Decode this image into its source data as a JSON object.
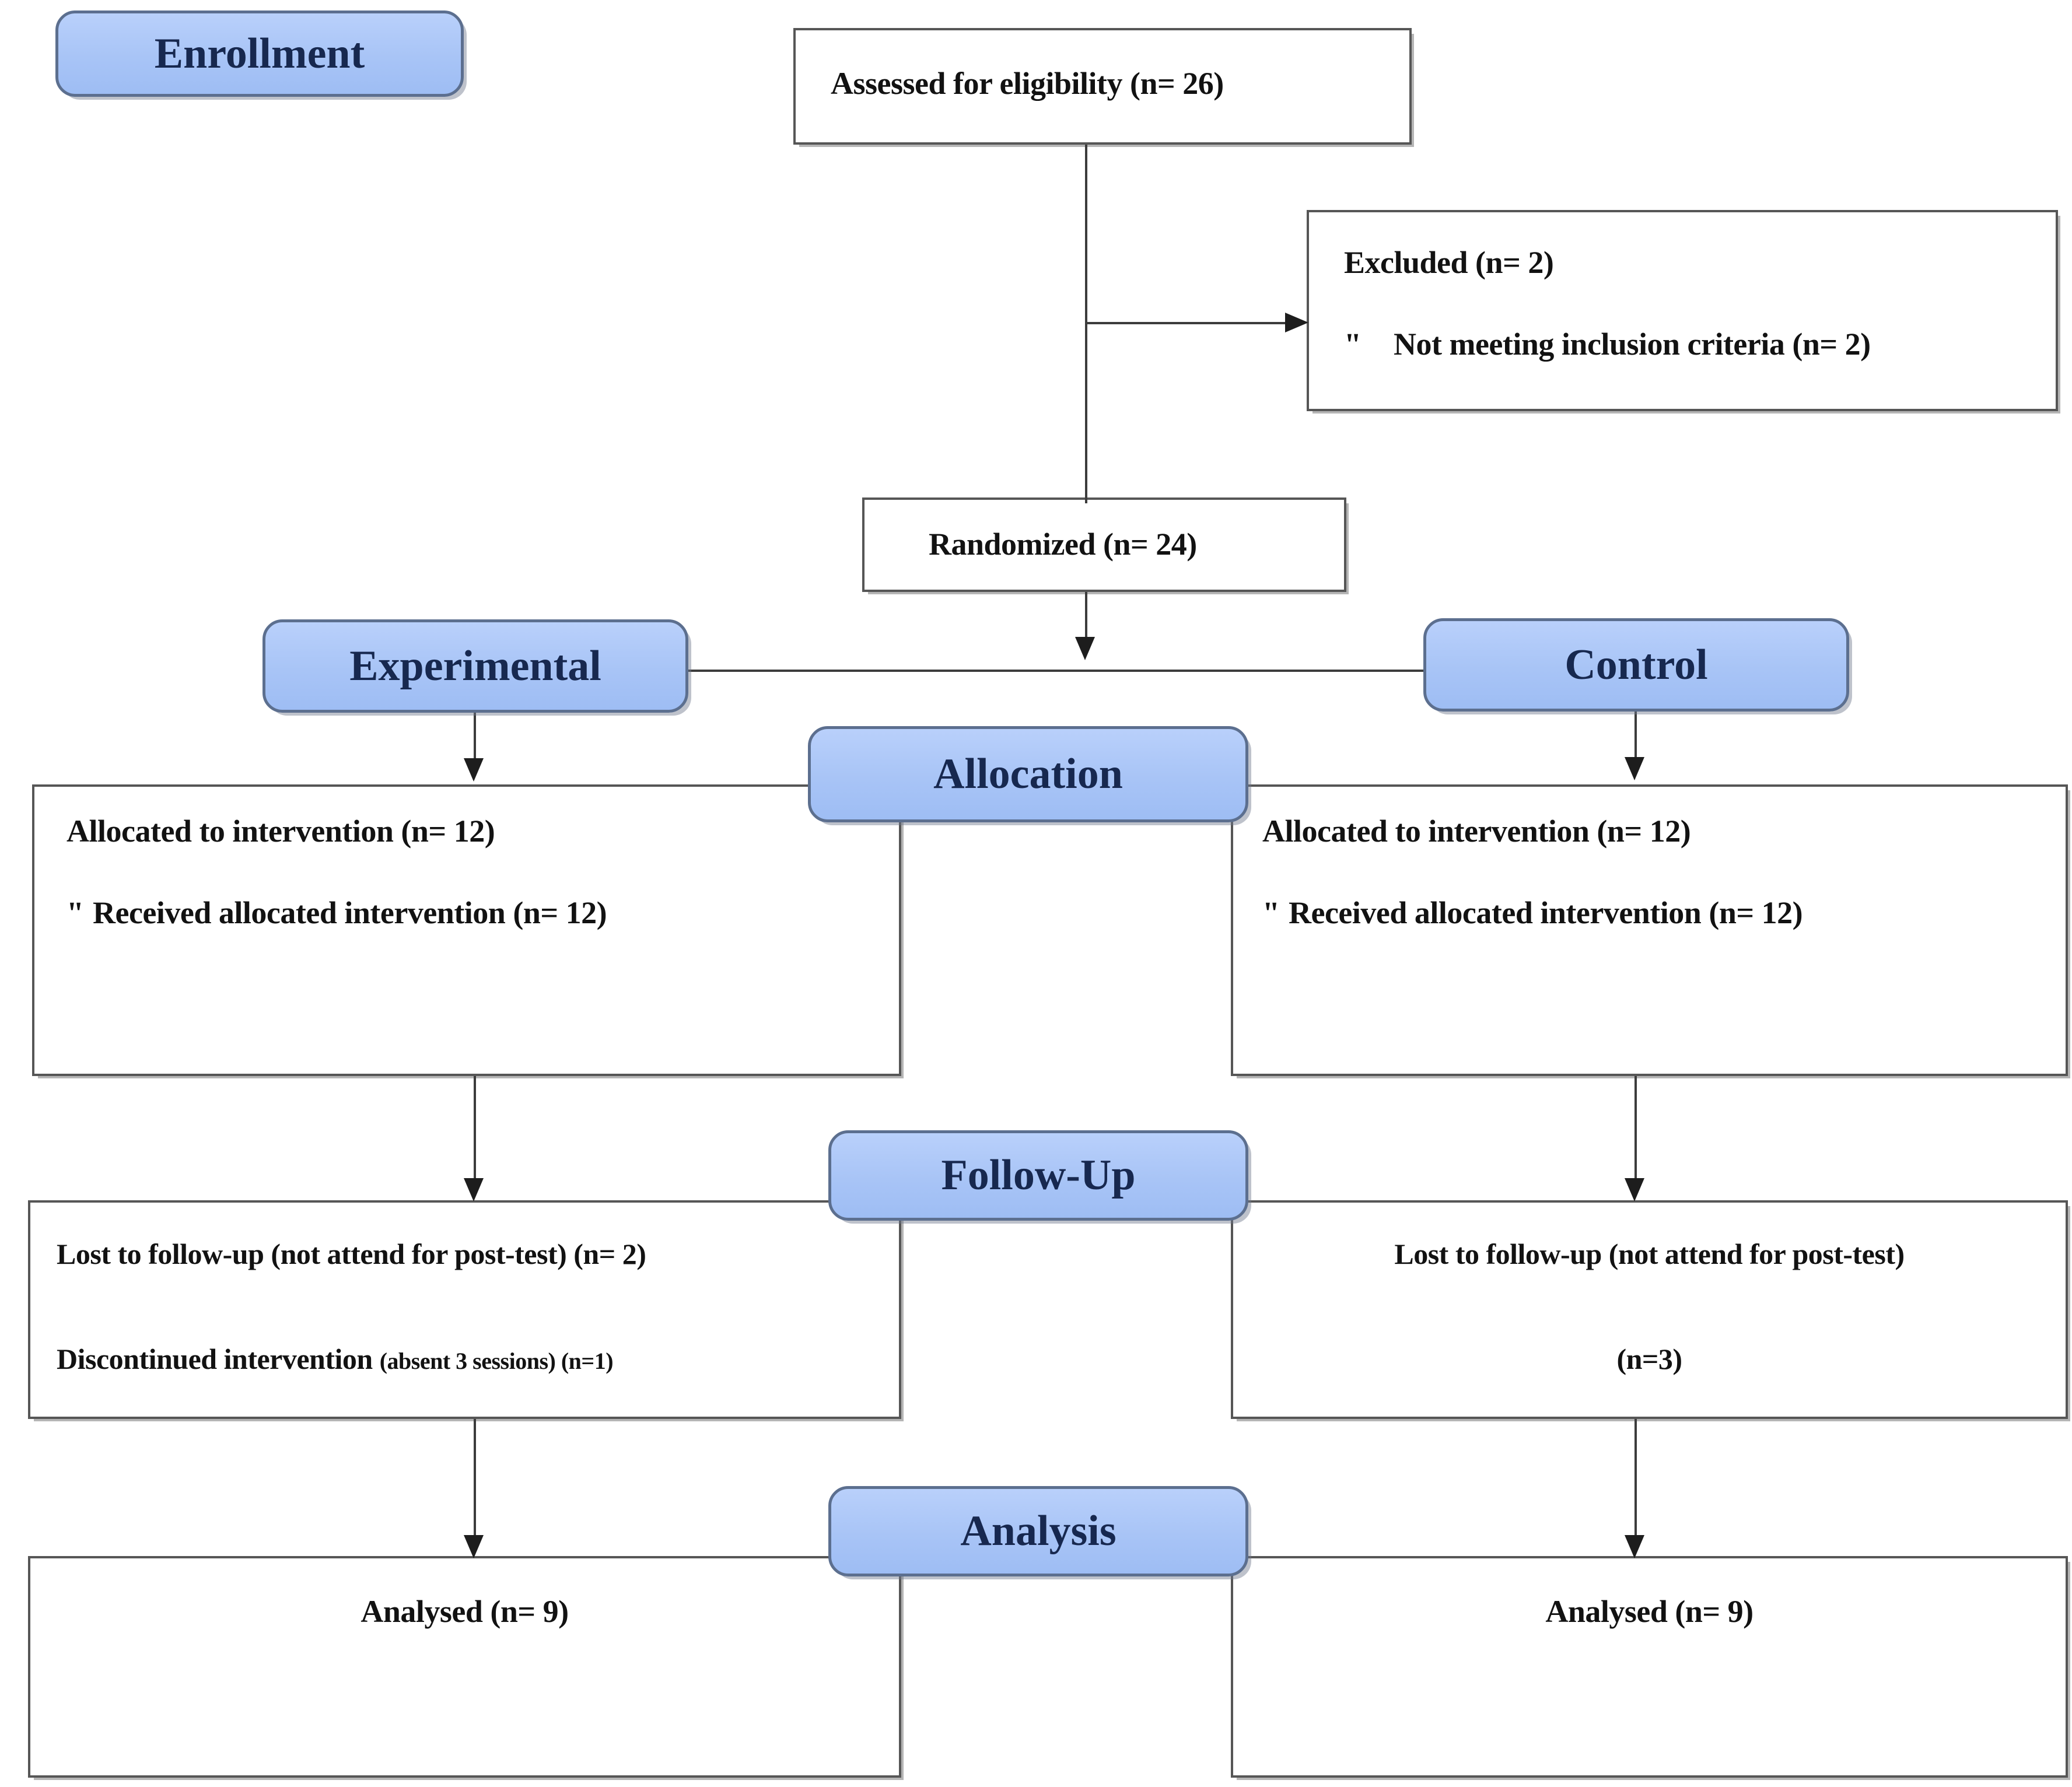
{
  "diagram": {
    "title": "CONSORT Participant Flow Diagram",
    "accent_blue": "#a8c4f6",
    "badge_border": "#5c6f8f",
    "badge_text_color": "#17284f",
    "box_border": "#565656",
    "text_color": "#121212",
    "background": "#ffffff"
  },
  "stages": {
    "enrollment": "Enrollment",
    "allocation": "Allocation",
    "follow_up": "Follow-Up",
    "analysis": "Analysis"
  },
  "arms": {
    "experimental": "Experimental",
    "control": "Control"
  },
  "nodes": {
    "assessed": {
      "line1": "Assessed for eligibility (n= 26)"
    },
    "excluded": {
      "line1": "Excluded (n= 2)",
      "bullet": "\"",
      "line2": "Not meeting inclusion criteria (n= 2)"
    },
    "randomized": {
      "line1": "Randomized (n= 24)"
    },
    "allocation_left": {
      "line1": "Allocated to intervention (n= 12)",
      "bullet": "\"",
      "line2": "Received allocated intervention (n= 12)"
    },
    "allocation_right": {
      "line1": "Allocated to intervention (n= 12)",
      "bullet": "\"",
      "line2": "Received allocated intervention (n= 12)"
    },
    "followup_left": {
      "line1": "Lost to follow-up (not attend for post-test) (n= 2)",
      "line2_main": "Discontinued intervention ",
      "line2_paren": "(absent 3 sessions) (n=1)"
    },
    "followup_right": {
      "line1": "Lost to follow-up (not attend for post-test)",
      "line2": "(n=3)"
    },
    "analysis_left": {
      "line1": "Analysed (n= 9)"
    },
    "analysis_right": {
      "line1": "Analysed (n= 9)"
    }
  },
  "chart_data": {
    "type": "table",
    "title": "CONSORT Participant Flow",
    "stages": [
      "Enrollment",
      "Allocation",
      "Follow-Up",
      "Analysis"
    ],
    "counts": {
      "assessed_for_eligibility": 26,
      "excluded_total": 2,
      "excluded_not_meeting_inclusion_criteria": 2,
      "randomized": 24,
      "experimental_allocated": 12,
      "experimental_received": 12,
      "experimental_lost_to_followup": 2,
      "experimental_discontinued": 1,
      "experimental_analysed": 9,
      "control_allocated": 12,
      "control_received": 12,
      "control_lost_to_followup": 3,
      "control_analysed": 9
    }
  }
}
